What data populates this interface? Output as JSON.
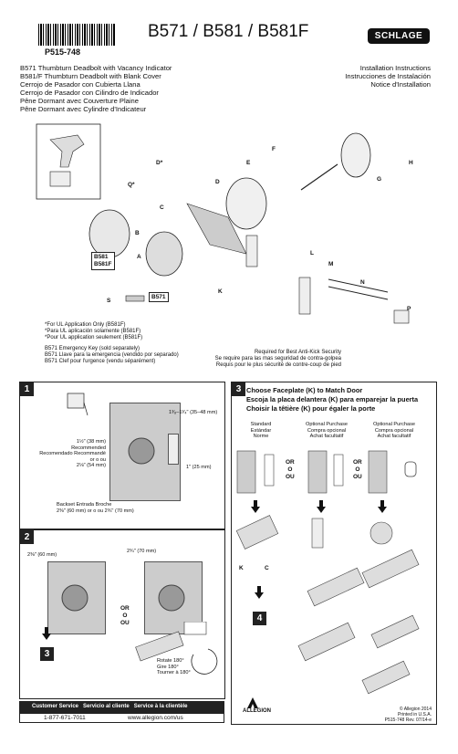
{
  "header": {
    "part_number": "P515-748",
    "title": "B571 / B581 / B581F",
    "brand": "SCHLAGE"
  },
  "product_lines": [
    "B571 Thumbturn Deadbolt with Vacancy Indicator",
    "B581/F Thumbturn Deadbolt with Blank Cover",
    "Cerrojo de Pasador con Cubierta Llana",
    "Cerrojo de Pasador con Cilindro de Indicador",
    "Pêne Dormant avec Couverture Plaine",
    "Pêne Dormant avec Cylindre d'Indicateur"
  ],
  "instruction_titles": [
    "Installation Instructions",
    "Instrucciones de Instalación",
    "Notice d'Installation"
  ],
  "callouts": [
    "A",
    "B",
    "C",
    "D",
    "D*",
    "E",
    "F",
    "G",
    "H",
    "K",
    "L",
    "M",
    "N",
    "P",
    "Q*",
    "S"
  ],
  "model_labels": [
    "B581",
    "B581F",
    "B571"
  ],
  "notes": [
    "*For UL Application Only (B581F)",
    "*Para UL aplicación solamente (B581F)",
    "*Pour UL application seulement (B581F)",
    "B571 Emergency Key (sold separately)",
    "B571 Llave para la emergencia (vendido por separado)",
    "B571 Clef pour l'urgence (vendu séparément)"
  ],
  "anti_kick": [
    "Required for Best Anti-Kick Security",
    "Se require para las mas seguridad de contra-golpea",
    "Requis pour le plus sécurité de contre-coup de pied"
  ],
  "step1": {
    "number": "1",
    "thickness": "1³⁄₈–1³⁄₄\" (35–48 mm)",
    "hole_lines": [
      "1½\" (38 mm)",
      "Recommended",
      "Recomendado Recommandé",
      "or o ou",
      "2⅛\" (54 mm)"
    ],
    "edge_bore": "1\" (25 mm)",
    "backset_label": "Backset  Entrada  Broche",
    "backset_value": "2⅜\" (60 mm) or o ou 2¾\" (70 mm)"
  },
  "step2": {
    "number": "2",
    "backset_left": "2⅜\" (60 mm)",
    "backset_right": "2¾\" (70 mm)",
    "or": [
      "OR",
      "O",
      "OU"
    ],
    "rotate": [
      "Rotate 180°",
      "Gire 180°",
      "Tourner à 180°"
    ],
    "goto": "3"
  },
  "step3": {
    "number": "3",
    "heading": [
      "Choose Faceplate (K) to Match Door",
      "Escoja la placa delantera (K) para emparejar la puerta",
      "Choisir la têtière (K) pour égaler la porte"
    ],
    "options": [
      [
        "Standard",
        "Estándar",
        "Norme"
      ],
      [
        "Optional Purchase",
        "Compra opcional",
        "Achat facultatif"
      ],
      [
        "Optional Purchase",
        "Compra opcional",
        "Achat facultatif"
      ]
    ],
    "or": [
      "OR",
      "O",
      "OU"
    ],
    "parts": [
      "K",
      "C"
    ],
    "goto": "4"
  },
  "service": {
    "heading": [
      "Customer Service",
      "Servicio al cliente",
      "Service à la clientèle"
    ],
    "phone": "1-877-671-7011",
    "website": "www.allegion.com/us"
  },
  "footer": {
    "company": "ALLEGION",
    "copyright": [
      "© Allegion 2014",
      "Printed in U.S.A.",
      "P515-748 Rev. 07/14-e"
    ]
  }
}
